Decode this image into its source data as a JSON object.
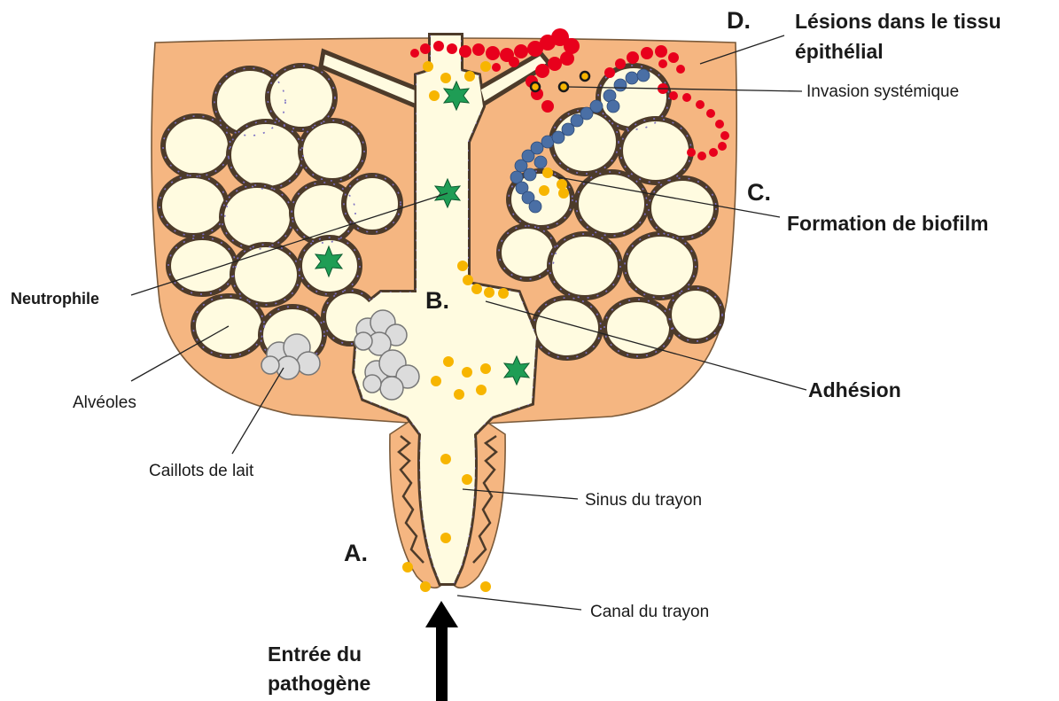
{
  "labels": {
    "step_a": "A.",
    "step_b": "B.",
    "step_c": "C.",
    "step_d": "D.",
    "lesions_line1": "Lésions dans le tissu",
    "lesions_line2": "épithélial",
    "invasion": "Invasion systémique",
    "biofilm": "Formation de biofilm",
    "neutrophile": "Neutrophile",
    "adhesion": "Adhésion",
    "alveoles": "Alvéoles",
    "caillots": "Caillots de lait",
    "sinus": "Sinus du trayon",
    "canal": "Canal du trayon",
    "entree_line1": "Entrée du",
    "entree_line2": "pathogène"
  },
  "colors": {
    "tissue": "#f5b681",
    "lumen": "#fffbe0",
    "pathogen": "#f7b500",
    "neutrophil": "#1f9d55",
    "biofilm": "#4a6fa5",
    "lesion": "#e8001c",
    "clot": "#dcdcdc"
  },
  "icons": {
    "neutrophil": "six-point-star-icon",
    "pathogen": "yellow-dot-icon",
    "biofilm": "blue-dot-icon",
    "lesion": "red-cluster-icon",
    "clot": "cloud-icon",
    "entry": "up-arrow-icon"
  }
}
